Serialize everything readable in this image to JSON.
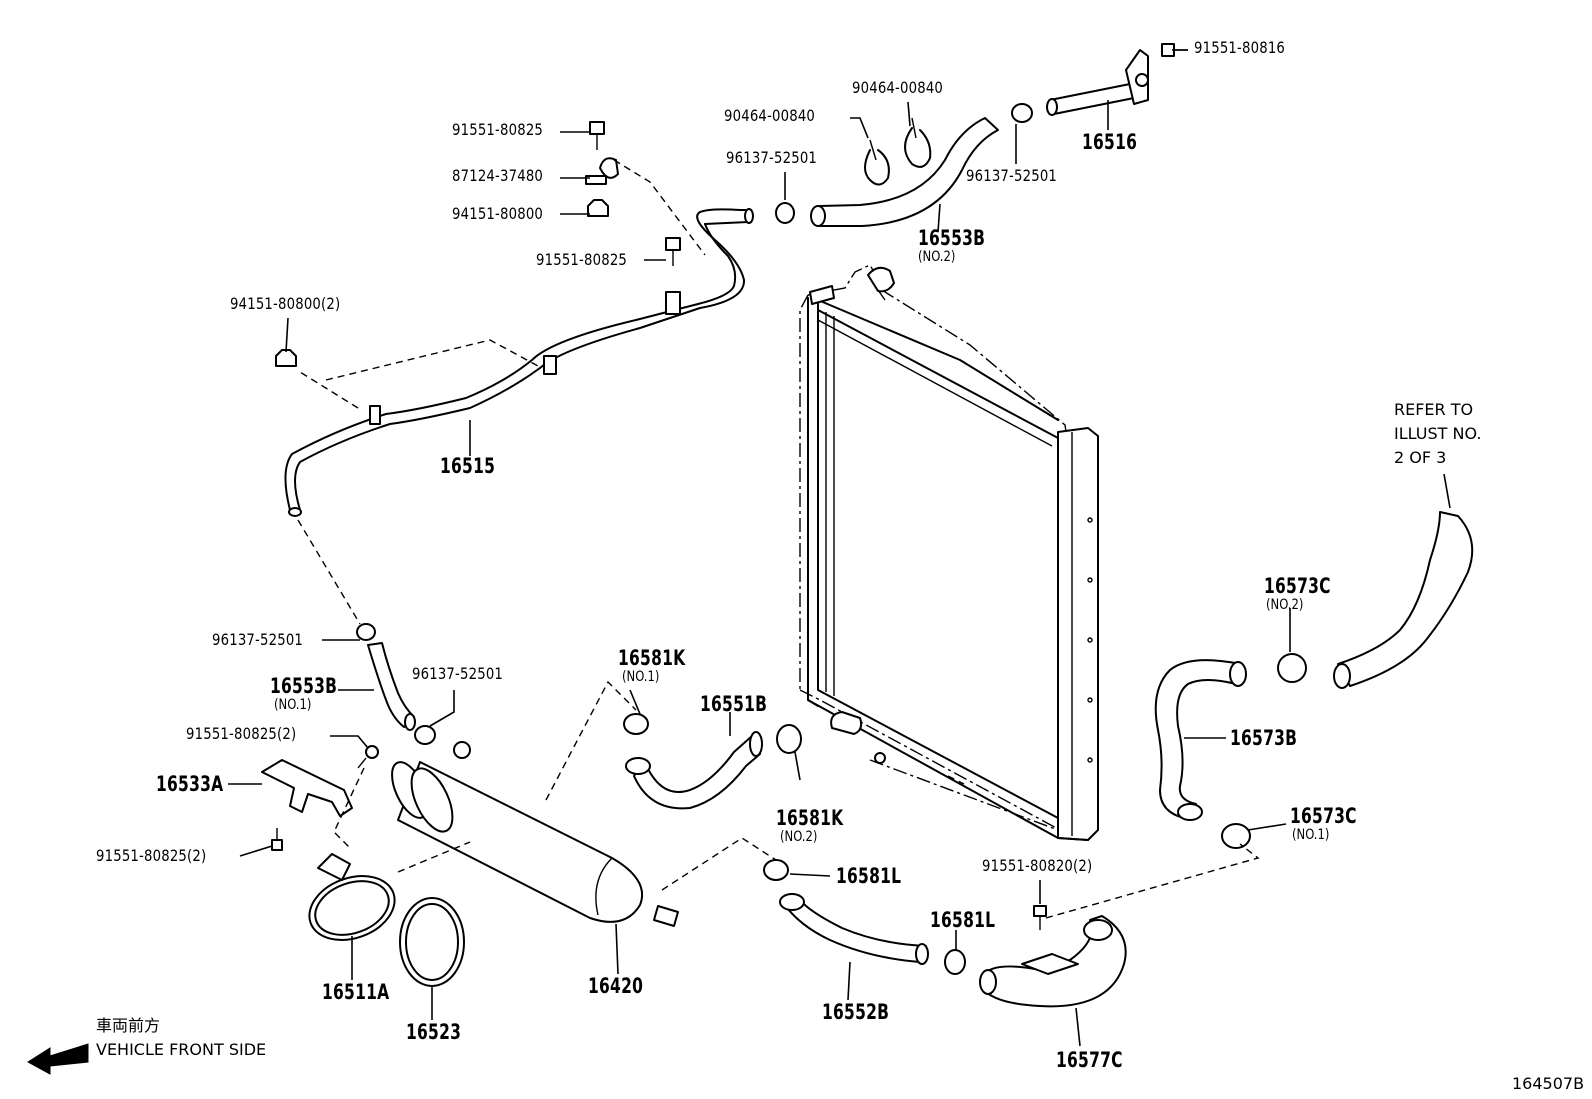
{
  "diagram": {
    "figure_id": "164507B",
    "note": {
      "lines": [
        "REFER TO",
        "ILLUST NO.",
        "2 OF 3"
      ]
    },
    "front_side": {
      "japanese": "車両前方",
      "english": "VEHICLE FRONT SIDE"
    },
    "labels": {
      "p91551_80816": "91551-80816",
      "p90464_00840_a": "90464-00840",
      "p90464_00840_b": "90464-00840",
      "p16516": "16516",
      "p96137_52501_a": "96137-52501",
      "p96137_52501_b": "96137-52501",
      "p16553b_no2": "16553B",
      "p16553b_no2_sub": "(NO.2)",
      "p91551_80825_a": "91551-80825",
      "p87124_37480": "87124-37480",
      "p94151_80800": "94151-80800",
      "p91551_80825_b": "91551-80825",
      "p94151_80800_2": "94151-80800(2)",
      "p16515": "16515",
      "p96137_52501_c": "96137-52501",
      "p16553b_no1": "16553B",
      "p16553b_no1_sub": "(NO.1)",
      "p96137_52501_d": "96137-52501",
      "p91551_80825_2a": "91551-80825(2)",
      "p16533a": "16533A",
      "p91551_80825_2b": "91551-80825(2)",
      "p16581k_no1": "16581K",
      "p16581k_no1_sub": "(NO.1)",
      "p16551b": "16551B",
      "p16581k_no2": "16581K",
      "p16581k_no2_sub": "(NO.2)",
      "p16581l_a": "16581L",
      "p16581l_b": "16581L",
      "p16511a": "16511A",
      "p16523": "16523",
      "p16420": "16420",
      "p16552b": "16552B",
      "p91551_80820_2": "91551-80820(2)",
      "p16577c": "16577C",
      "p16573c_no2": "16573C",
      "p16573c_no2_sub": "(NO.2)",
      "p16573b": "16573B",
      "p16573c_no1": "16573C",
      "p16573c_no1_sub": "(NO.1)"
    }
  }
}
